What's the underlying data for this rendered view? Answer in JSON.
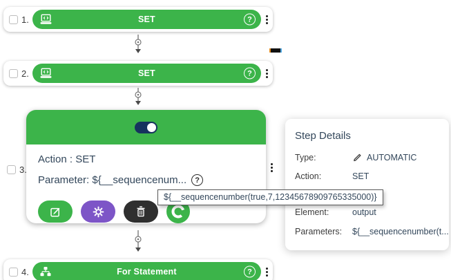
{
  "colors": {
    "primary_green": "#3cb44a",
    "purple": "#7d55c7",
    "dark_button": "#2f2f2f",
    "navy_text": "#33475b",
    "toggle_navy": "#16335e"
  },
  "icons": {
    "step_type": "desktop-code-icon",
    "help": "question-circle-icon",
    "menu": "kebab-dots-icon",
    "edit": "pencil-square-icon",
    "settings": "gear-icon",
    "delete": "trash-icon",
    "rerun": "circular-arrow-icon",
    "loop": "sitemap-icon",
    "type_edit": "pencil-icon"
  },
  "step1": {
    "number": "1.",
    "label": "SET"
  },
  "step2": {
    "number": "2.",
    "label": "SET"
  },
  "step3": {
    "number": "3.",
    "action_text": "Action : SET",
    "parameter_text": "Parameter: ${__sequencenum...",
    "toggle_state": "on"
  },
  "step4": {
    "number": "4.",
    "label": "For Statement"
  },
  "tooltip_text": "${__sequencenumber(true,7,12345678909765335000)}",
  "step_details": {
    "title": "Step Details",
    "rows": [
      {
        "label": "Type:",
        "value": "AUTOMATIC"
      },
      {
        "label": "Action:",
        "value": "SET"
      },
      {
        "label": "Element:",
        "value": "output"
      },
      {
        "label": "Parameters:",
        "value": "${__sequencenumber(t..."
      }
    ]
  }
}
